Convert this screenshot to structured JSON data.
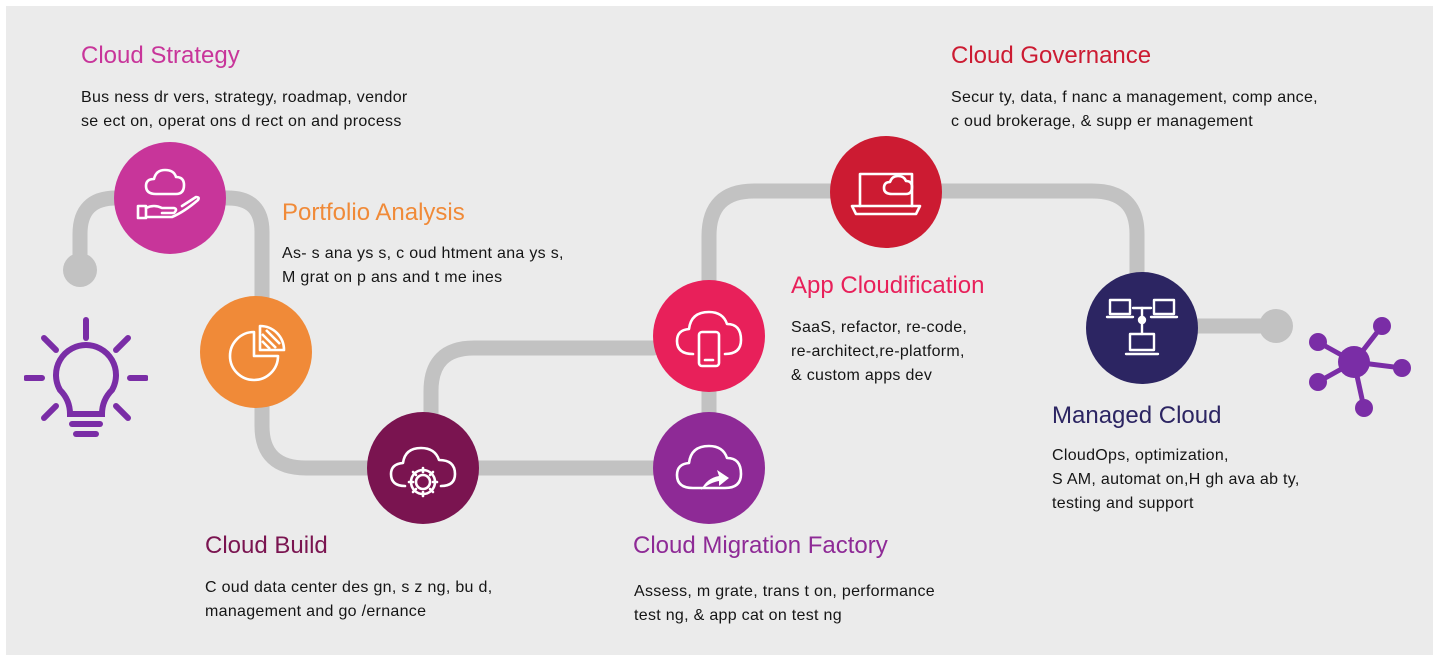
{
  "colors": {
    "strategy": "#c8359a",
    "portfolio": "#f08a38",
    "build": "#7a1450",
    "migration": "#8e2a96",
    "app": "#e8205a",
    "governance": "#cc1b32",
    "managed": "#2c2562",
    "start_icon": "#7a2da6",
    "end_icon": "#7a2da6",
    "path": "#c2c2c2"
  },
  "stages": {
    "strategy": {
      "title": "Cloud Strategy",
      "line1": "Bus ness dr vers, strategy, roadmap, vendor",
      "line2": "se ect on, operat ons d rect on and process",
      "icon": "cloud-hand-icon"
    },
    "portfolio": {
      "title": "Portfolio Analysis",
      "line1": "As- s ana ys s, c oud  htment ana ys s,",
      "line2": "M grat on p ans and t me ines",
      "icon": "pie-chart-icon"
    },
    "build": {
      "title": "Cloud Build",
      "line1": "C oud data center des gn, s z ng, bu  d,",
      "line2": "management and go /ernance",
      "icon": "cloud-gear-icon"
    },
    "migration": {
      "title": "Cloud Migration Factory",
      "line1": "Assess, m grate, trans t on, performance",
      "line2": "test ng, & app  cat on test ng",
      "icon": "cloud-arrow-icon"
    },
    "app": {
      "title": "App Cloudification",
      "line1": "SaaS, refactor, re-code,",
      "line2": "re-architect,re-platform,",
      "line3": "& custom apps dev",
      "icon": "cloud-mobile-icon"
    },
    "governance": {
      "title": "Cloud Governance",
      "line1": "Secur ty, data, f nanc a  management, comp  ance,",
      "line2": "c oud brokerage, & supp  er management",
      "icon": "laptop-cloud-icon"
    },
    "managed": {
      "title": "Managed Cloud",
      "line1": "CloudOps, optimization,",
      "line2": "S AM, automat on,H gh ava  ab   ty,",
      "line3": "testing and support",
      "icon": "network-laptops-icon"
    }
  },
  "start_icon": "lightbulb-icon",
  "end_icon": "hub-network-icon"
}
